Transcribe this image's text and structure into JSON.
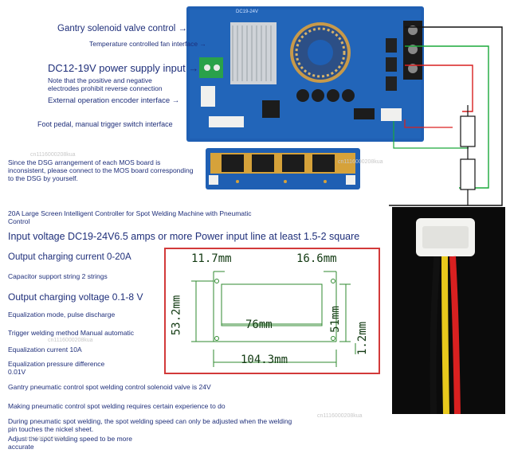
{
  "top_labels": {
    "gantry_valve": "Gantry solenoid valve control →",
    "fan_interface": "Temperature controlled fan interface →",
    "power_input": "DC12-19V power supply input →",
    "polarity_note": "Note that the positive and negative electrodes prohibit reverse connection",
    "encoder_interface": "External operation encoder interface →",
    "foot_pedal": "Foot pedal, manual trigger switch interface"
  },
  "dsg_note": "Since the DSG arrangement of each MOS board is inconsistent, please connect to the MOS board corresponding to the DSG by yourself.",
  "board_silkscreen": "DC19-24V",
  "specs": {
    "product_title": "20A Large Screen Intelligent Controller for Spot Welding Machine with Pneumatic Control",
    "input_voltage": "Input voltage DC19-24V6.5 amps or more Power input line at least 1.5-2 square",
    "charging_current": "Output charging current 0-20A",
    "capacitor_support": "Capacitor support string 2 strings",
    "charging_voltage": "Output charging voltage 0.1-8 V",
    "equalization_mode": "Equalization mode, pulse discharge",
    "trigger_method": "Trigger welding method Manual automatic",
    "equalization_current": "Equalization current 10A",
    "equalization_pressure": "Equalization pressure difference 0.01V",
    "gantry_voltage": "Gantry pneumatic control spot welding control solenoid valve is 24V",
    "experience_note": "Making pneumatic control spot welding requires certain experience to do",
    "speed_note": "During pneumatic spot welding, the spot welding speed can only be adjusted when the welding pin touches the nickel sheet.",
    "adjust_note": "Adjust the spot welding speed to be more accurate"
  },
  "dimensions": {
    "top_left": "11.7mm",
    "top_right": "16.6mm",
    "left_height": "53.2mm",
    "inner_width": "76mm",
    "right_height": "51mm",
    "edge": "1.2mm",
    "total_width": "104.3mm"
  },
  "watermark": "cn1116000208kua",
  "colors": {
    "text": "#1f2f7a",
    "dimension_frame": "#d23a3a",
    "dimension_text": "#123a12",
    "board": "#1f5fb3",
    "wire_red": "#d92020",
    "wire_yellow": "#e8c81c",
    "wire_black": "#111111"
  }
}
